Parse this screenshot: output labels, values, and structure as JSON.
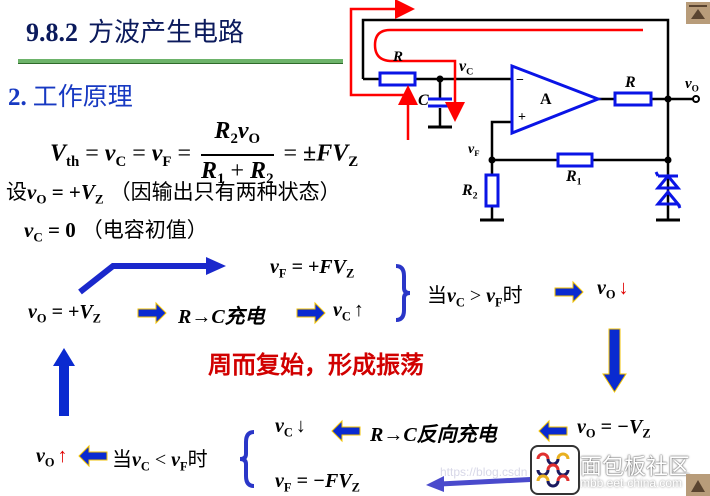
{
  "header": {
    "section_number": "9.8.2",
    "section_title": "方波产生电路",
    "subsection": "2.",
    "subsection_title": "工作原理"
  },
  "formula": {
    "lhs_V": "V",
    "lhs_sub": "th",
    "eq": " = ",
    "vC": "v",
    "vC_sub": "C",
    "vF": "v",
    "vF_sub": "F",
    "num_R": "R",
    "num_R_sub": "2",
    "num_v": "v",
    "num_v_sub": "O",
    "den_R1": "R",
    "den_R1_sub": "1",
    "den_plus": " + ",
    "den_R2": "R",
    "den_R2_sub": "2",
    "rhs": "±FV",
    "rhs_sub": "Z"
  },
  "assumptions": {
    "line1_prefix": "设",
    "line1_v": "v",
    "line1_v_sub": "O",
    "line1_eq": " = +",
    "line1_V": "V",
    "line1_V_sub": "Z",
    "line1_note": "（因输出只有两种状态）",
    "line2_v": "v",
    "line2_v_sub": "C",
    "line2_eq": " = 0",
    "line2_note": "（电容初值）"
  },
  "circuit": {
    "label_R_input": "R",
    "label_C": "C",
    "label_vC": "v",
    "label_vC_sub": "C",
    "label_opamp": "A",
    "label_minus": "−",
    "label_plus": "+",
    "label_R_output": "R",
    "label_vO": "v",
    "label_vO_sub": "O",
    "label_vF": "v",
    "label_vF_sub": "F",
    "label_R1": "R",
    "label_R1_sub": "1",
    "label_R2": "R",
    "label_R2_sub": "2",
    "colors": {
      "component": "#0a14e6",
      "wire": "#000000",
      "current_path": "#ff0000"
    }
  },
  "flow": {
    "top_vF": "v",
    "top_vF_sub": "F",
    "top_vF_eq": " = +FV",
    "top_vF_eq_sub": "Z",
    "start_v": "v",
    "start_v_sub": "O",
    "start_eq": " = +V",
    "start_eq_sub": "Z",
    "charge": "R→C充电",
    "vc_up": "v",
    "vc_up_sub": "C",
    "up_arrow": "↑",
    "down_arrow": "↓",
    "cond1_prefix": "当",
    "cond1_vC": "v",
    "cond1_vC_sub": "C",
    "cond1_op": " > ",
    "cond1_vF": "v",
    "cond1_vF_sub": "F",
    "cond1_suffix": "时",
    "result1_v": "v",
    "result1_v_sub": "O",
    "cycle_text": "周而复始，形成振荡",
    "neg_v": "v",
    "neg_v_sub": "O",
    "neg_eq": " = −V",
    "neg_eq_sub": "Z",
    "reverse_charge": "R→C反向充电",
    "vc_down": "v",
    "vc_down_sub": "C",
    "cond2_prefix": "当",
    "cond2_vC": "v",
    "cond2_vC_sub": "C",
    "cond2_op": " < ",
    "cond2_vF": "v",
    "cond2_vF_sub": "F",
    "cond2_suffix": "时",
    "result2_v": "v",
    "result2_v_sub": "O",
    "bottom_vF": "v",
    "bottom_vF_sub": "F",
    "bottom_vF_eq": " = −FV",
    "bottom_vF_eq_sub": "Z",
    "colors": {
      "arrow_blue": "#0a2ad0",
      "arrow_outline": "#f2c200",
      "highlight_red": "#e00000"
    }
  },
  "watermark": {
    "url": "https://blog.csdn",
    "brand": "面包板社区",
    "site": "mbb.eet-china.com"
  },
  "nav": {
    "top_button": "scroll-up",
    "bottom_button": "scroll-up"
  }
}
